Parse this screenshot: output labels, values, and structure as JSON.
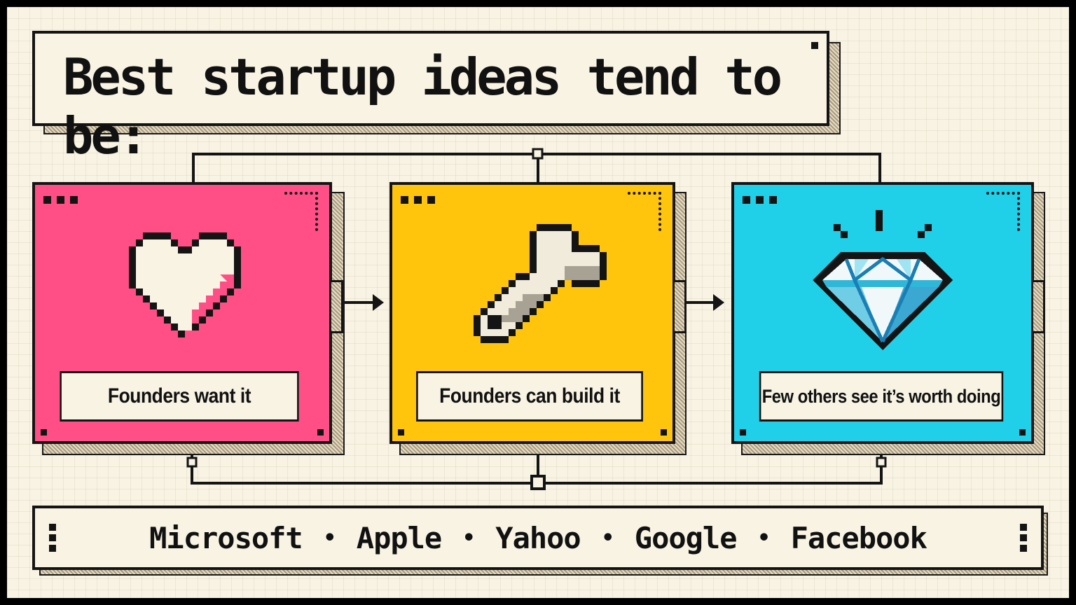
{
  "title": "Best startup ideas tend to be:",
  "cards": [
    {
      "label": "Founders want it",
      "icon": "heart-icon",
      "color": "#ff4f86"
    },
    {
      "label": "Founders can build it",
      "icon": "wrench-icon",
      "color": "#ffc40c"
    },
    {
      "label": "Few others see it’s worth doing",
      "icon": "diamond-icon",
      "color": "#1fd0e8"
    }
  ],
  "companies": [
    "Microsoft",
    "Apple",
    "Yahoo",
    "Google",
    "Facebook"
  ],
  "colors": {
    "background": "#f8f3e3",
    "ink": "#141414"
  }
}
